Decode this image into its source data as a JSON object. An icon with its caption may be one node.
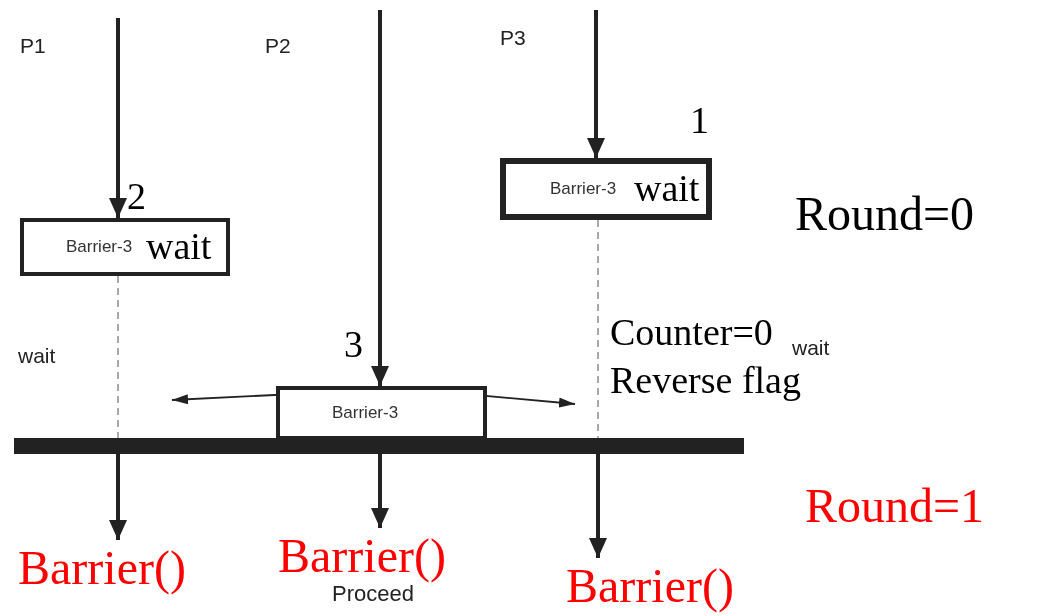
{
  "diagram": {
    "nodes": [
      {
        "text": [
          "Barrier-3"
        ]
      },
      {
        "text": [
          "Barrier-3"
        ]
      },
      {
        "text": [
          "Barrier-3"
        ]
      },
      {
        "text": [],
        "shape": "bar"
      },
      {
        "text": [
          "Barrier()"
        ]
      },
      {
        "text": [
          "Barrier()"
        ]
      },
      {
        "text": [
          "Barrier()"
        ]
      }
    ],
    "edges": [
      {
        "from": null,
        "to": 0,
        "arrow": "to"
      },
      {
        "from": null,
        "to": 2,
        "arrow": "to"
      },
      {
        "from": null,
        "to": 1,
        "arrow": "to"
      },
      {
        "from": 0,
        "to": 3,
        "arrow": "none",
        "style": "dashed",
        "color": "#aaaaaa"
      },
      {
        "from": 1,
        "to": 3,
        "arrow": "none",
        "style": "dashed",
        "color": "#aaaaaa"
      },
      {
        "from": 2,
        "to": null,
        "arrow": "to"
      },
      {
        "from": 2,
        "to": null,
        "arrow": "to"
      },
      {
        "from": 3,
        "to": 4,
        "arrow": "to"
      },
      {
        "from": 3,
        "to": 5,
        "arrow": "to"
      },
      {
        "from": 3,
        "to": 6,
        "arrow": "to"
      }
    ],
    "labels": [
      "P1",
      "P2",
      "P3",
      "1",
      "2",
      "wait",
      "wait",
      "Round=0",
      "wait",
      "3",
      "Counter=0",
      "wait",
      "Reverse flag",
      "Round=1",
      "Proceed"
    ]
  }
}
